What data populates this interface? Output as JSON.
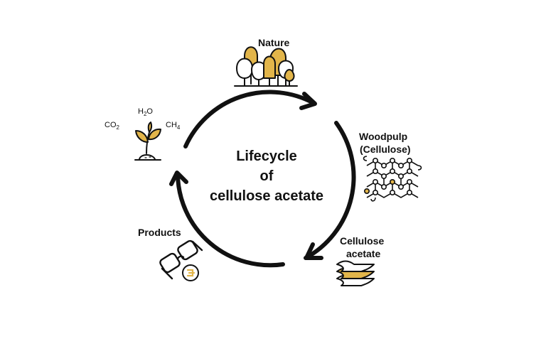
{
  "title": {
    "line1": "Lifecycle",
    "line2": "of",
    "line3": "cellulose acetate"
  },
  "stages": {
    "nature": "Nature",
    "woodpulp_line1": "Woodpulp",
    "woodpulp_line2": "(Cellulose)",
    "cellulose_line1": "Cellulose",
    "cellulose_line2": "acetate",
    "products": "Products"
  },
  "chemicals": {
    "co2": "CO",
    "co2_sub": "2",
    "h2o_h": "H",
    "h2o_sub": "2",
    "h2o_o": "O",
    "ch4": "CH",
    "ch4_sub": "4"
  },
  "icons": [
    "trees-icon",
    "cellulose-molecule-icon",
    "acetate-sheets-icon",
    "glasses-icon",
    "brand-logo-icon",
    "sprout-icon",
    "cycle-arrow-icon"
  ],
  "colors": {
    "accent": "#E2B54A",
    "stroke": "#111111"
  }
}
